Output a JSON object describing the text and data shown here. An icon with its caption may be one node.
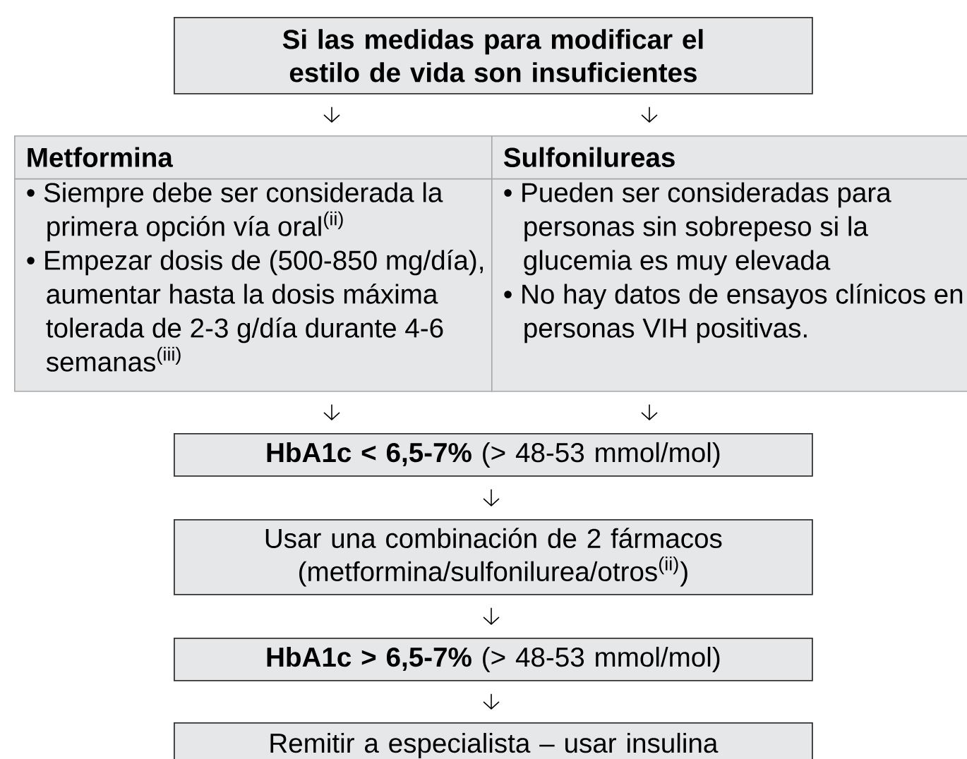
{
  "diagram": {
    "nodes": [
      {
        "text": [
          "Si las medidas para modificar el estilo de vida son insuficientes"
        ]
      },
      {
        "text": [
          "Metformina",
          "• Siempre debe ser considerada la primera opción vía oral$^{(ii)}$",
          "• Empezar dosis de (500-850 mg/día), aumentar hasta la dosis máxima tolerada de 2-3 g/día durante 4-6 semanas$^{(iii)}$"
        ]
      },
      {
        "text": [
          "Sulfonilureas",
          "• Pueden ser consideradas para personas sin sobrepeso si la glucemia es muy elevada",
          "• No hay datos de ensayos clínicos en personas VIH positivas."
        ]
      },
      {
        "text": [
          "**HbA1c < 6,5-7%** (> 48-53 mmol/mol)"
        ]
      },
      {
        "text": [
          "Usar una combinación de 2 fármacos (metformina/sulfonilurea/otros$^{(ii)}$)"
        ]
      },
      {
        "text": [
          "**HbA1c > 6,5-7%** (> 48-53 mmol/mol)"
        ]
      },
      {
        "text": [
          "Remitir a especialista – usar insulina"
        ]
      }
    ],
    "edges": [
      {
        "from": 0,
        "to": 1,
        "arrow": "to"
      },
      {
        "from": 0,
        "to": 2,
        "arrow": "to"
      },
      {
        "from": 1,
        "to": 3,
        "arrow": "to"
      },
      {
        "from": 2,
        "to": 3,
        "arrow": "to"
      },
      {
        "from": 3,
        "to": 4,
        "arrow": "to"
      },
      {
        "from": 4,
        "to": 5,
        "arrow": "to"
      },
      {
        "from": 5,
        "to": 6,
        "arrow": "to"
      }
    ]
  }
}
